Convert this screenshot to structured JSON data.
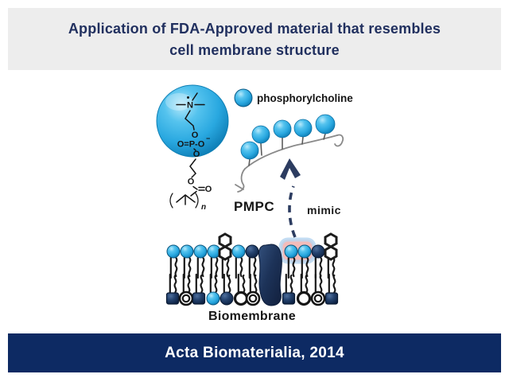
{
  "slide": {
    "header": {
      "title_line1": "Application of FDA-Approved material that resembles",
      "title_line2": "cell membrane structure",
      "bg_color": "#ededed",
      "text_color": "#21305f"
    },
    "footer": {
      "citation": "Acta Biomaterialia, 2014",
      "bg_color": "#0d2a63",
      "text_color": "#ffffff"
    },
    "figure": {
      "legend_label": "phosphorylcholine",
      "polymer_label": "PMPC",
      "arrow_label": "mimic",
      "membrane_label": "Biomembrane",
      "monomer": {
        "nitrogen": "N",
        "oxygen_1": "O",
        "phosphate_group": "O=P-O",
        "phosphate_charge": "−",
        "oxygen_below_p": "O",
        "ester_oxygen": "O",
        "carbonyl_oxygen": "O",
        "repeat_subscript": "n"
      },
      "colors": {
        "sphere_blue": "#29a8e0",
        "sphere_blue_light": "#aee6fa",
        "navy": "#1d3359",
        "arrow_navy": "#2c3c60",
        "highlight_pink": "#f3bcba",
        "highlight_glow": "#b9d7f1",
        "backbone_gray": "#8a8a8a"
      }
    }
  }
}
